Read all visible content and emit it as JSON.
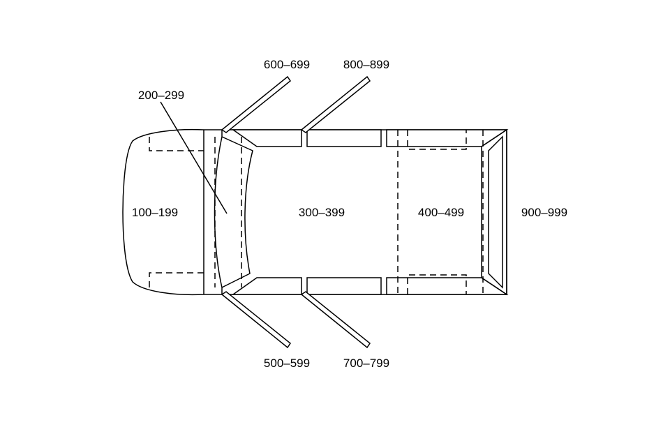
{
  "zones": {
    "front": "100–199",
    "windshield": "200–299",
    "cab": "300–399",
    "cargo": "400–499",
    "right_front_door": "500–599",
    "left_front_door": "600–699",
    "right_rear_door": "700–799",
    "left_rear_door": "800–899",
    "rear": "900–999"
  }
}
